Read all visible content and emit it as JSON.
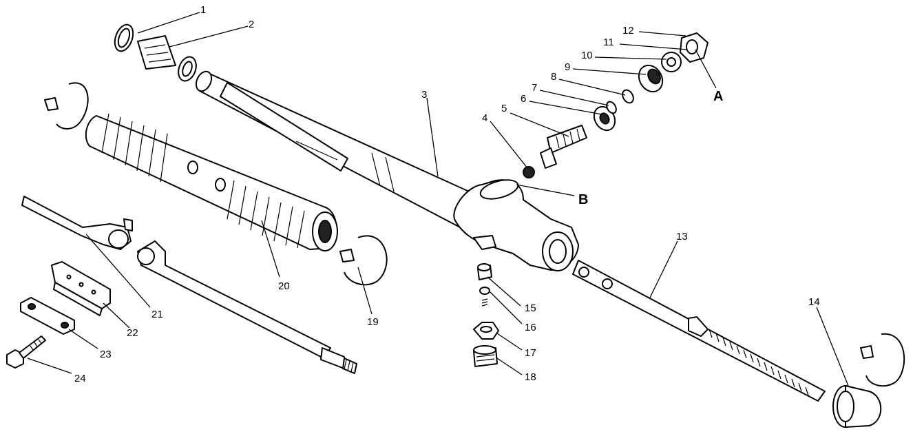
{
  "callouts": [
    {
      "id": "1",
      "text": "1"
    },
    {
      "id": "2",
      "text": "2"
    },
    {
      "id": "3",
      "text": "3"
    },
    {
      "id": "4",
      "text": "4"
    },
    {
      "id": "5",
      "text": "5"
    },
    {
      "id": "6",
      "text": "6"
    },
    {
      "id": "7",
      "text": "7"
    },
    {
      "id": "8",
      "text": "8"
    },
    {
      "id": "9",
      "text": "9"
    },
    {
      "id": "10",
      "text": "10"
    },
    {
      "id": "11",
      "text": "11"
    },
    {
      "id": "12",
      "text": "12"
    },
    {
      "id": "13",
      "text": "13"
    },
    {
      "id": "14",
      "text": "14"
    },
    {
      "id": "15",
      "text": "15"
    },
    {
      "id": "16",
      "text": "16"
    },
    {
      "id": "17",
      "text": "17"
    },
    {
      "id": "18",
      "text": "18"
    },
    {
      "id": "19",
      "text": "19"
    },
    {
      "id": "20",
      "text": "20"
    },
    {
      "id": "21",
      "text": "21"
    },
    {
      "id": "22",
      "text": "22"
    },
    {
      "id": "23",
      "text": "23"
    },
    {
      "id": "24",
      "text": "24"
    }
  ],
  "views": {
    "a": "A",
    "b": "B"
  },
  "colors": {
    "ink": "#000000",
    "paper": "#ffffff"
  }
}
